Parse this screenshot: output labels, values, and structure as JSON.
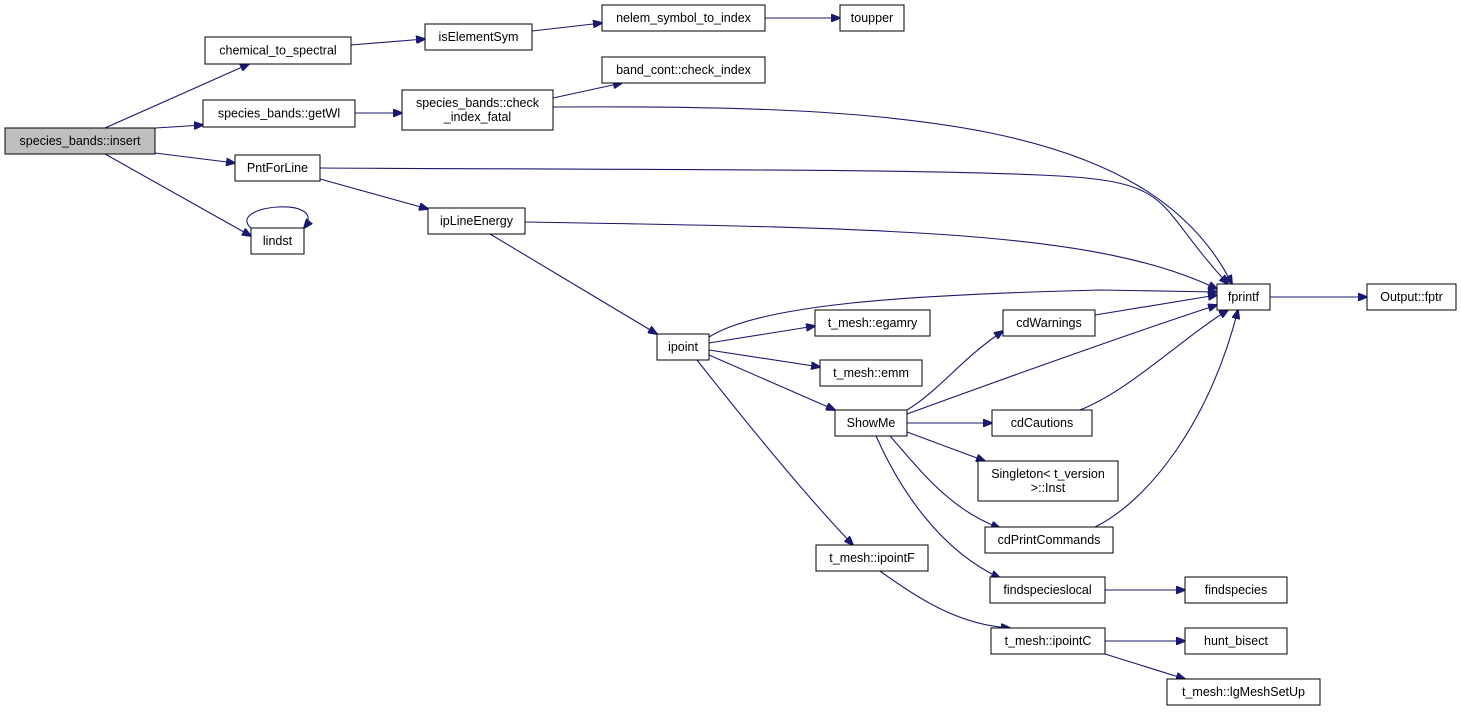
{
  "graph": {
    "root": "species_bands::insert",
    "colors": {
      "edge": "#191970",
      "root_fill": "#bfbfbf",
      "node_fill": "#ffffff",
      "node_border": "#000000"
    },
    "nodes": [
      {
        "id": "insert",
        "lines": [
          "species_bands::insert"
        ],
        "root": true
      },
      {
        "id": "chem",
        "lines": [
          "chemical_to_spectral"
        ]
      },
      {
        "id": "isElem",
        "lines": [
          "isElementSym"
        ]
      },
      {
        "id": "nelem",
        "lines": [
          "nelem_symbol_to_index"
        ]
      },
      {
        "id": "toupper",
        "lines": [
          "toupper"
        ]
      },
      {
        "id": "getWl",
        "lines": [
          "species_bands::getWl"
        ]
      },
      {
        "id": "checkFatal",
        "lines": [
          "species_bands::check",
          "_index_fatal"
        ]
      },
      {
        "id": "bandCheck",
        "lines": [
          "band_cont::check_index"
        ]
      },
      {
        "id": "pnt",
        "lines": [
          "PntForLine"
        ]
      },
      {
        "id": "lindst",
        "lines": [
          "lindst"
        ]
      },
      {
        "id": "ipLine",
        "lines": [
          "ipLineEnergy"
        ]
      },
      {
        "id": "fprintf",
        "lines": [
          "fprintf"
        ]
      },
      {
        "id": "fptr",
        "lines": [
          "Output::fptr"
        ]
      },
      {
        "id": "ipoint",
        "lines": [
          "ipoint"
        ]
      },
      {
        "id": "egamry",
        "lines": [
          "t_mesh::egamry"
        ]
      },
      {
        "id": "emm",
        "lines": [
          "t_mesh::emm"
        ]
      },
      {
        "id": "showme",
        "lines": [
          "ShowMe"
        ]
      },
      {
        "id": "cdWarn",
        "lines": [
          "cdWarnings"
        ]
      },
      {
        "id": "cdCaut",
        "lines": [
          "cdCautions"
        ]
      },
      {
        "id": "singleton",
        "lines": [
          "Singleton< t_version",
          ">::Inst"
        ]
      },
      {
        "id": "cdPrint",
        "lines": [
          "cdPrintCommands"
        ]
      },
      {
        "id": "findLocal",
        "lines": [
          "findspecieslocal"
        ]
      },
      {
        "id": "findspecies",
        "lines": [
          "findspecies"
        ]
      },
      {
        "id": "ipointF",
        "lines": [
          "t_mesh::ipointF"
        ]
      },
      {
        "id": "ipointC",
        "lines": [
          "t_mesh::ipointC"
        ]
      },
      {
        "id": "hunt",
        "lines": [
          "hunt_bisect"
        ]
      },
      {
        "id": "lgMesh",
        "lines": [
          "t_mesh::lgMeshSetUp"
        ]
      }
    ],
    "edges": [
      [
        "insert",
        "chem"
      ],
      [
        "insert",
        "getWl"
      ],
      [
        "insert",
        "pnt"
      ],
      [
        "insert",
        "lindst"
      ],
      [
        "chem",
        "isElem"
      ],
      [
        "isElem",
        "nelem"
      ],
      [
        "nelem",
        "toupper"
      ],
      [
        "getWl",
        "checkFatal"
      ],
      [
        "checkFatal",
        "bandCheck"
      ],
      [
        "checkFatal",
        "fprintf"
      ],
      [
        "pnt",
        "fprintf"
      ],
      [
        "pnt",
        "ipLine"
      ],
      [
        "lindst",
        "lindst"
      ],
      [
        "ipLine",
        "fprintf"
      ],
      [
        "ipLine",
        "ipoint"
      ],
      [
        "fprintf",
        "fptr"
      ],
      [
        "ipoint",
        "fprintf"
      ],
      [
        "ipoint",
        "egamry"
      ],
      [
        "ipoint",
        "emm"
      ],
      [
        "ipoint",
        "showme"
      ],
      [
        "ipoint",
        "ipointF"
      ],
      [
        "showme",
        "cdWarn"
      ],
      [
        "showme",
        "fprintf"
      ],
      [
        "showme",
        "cdCaut"
      ],
      [
        "showme",
        "singleton"
      ],
      [
        "showme",
        "cdPrint"
      ],
      [
        "showme",
        "findLocal"
      ],
      [
        "cdWarn",
        "fprintf"
      ],
      [
        "cdCaut",
        "fprintf"
      ],
      [
        "cdPrint",
        "fprintf"
      ],
      [
        "findLocal",
        "findspecies"
      ],
      [
        "ipointF",
        "ipointC"
      ],
      [
        "ipointC",
        "hunt"
      ],
      [
        "ipointC",
        "lgMesh"
      ]
    ]
  }
}
